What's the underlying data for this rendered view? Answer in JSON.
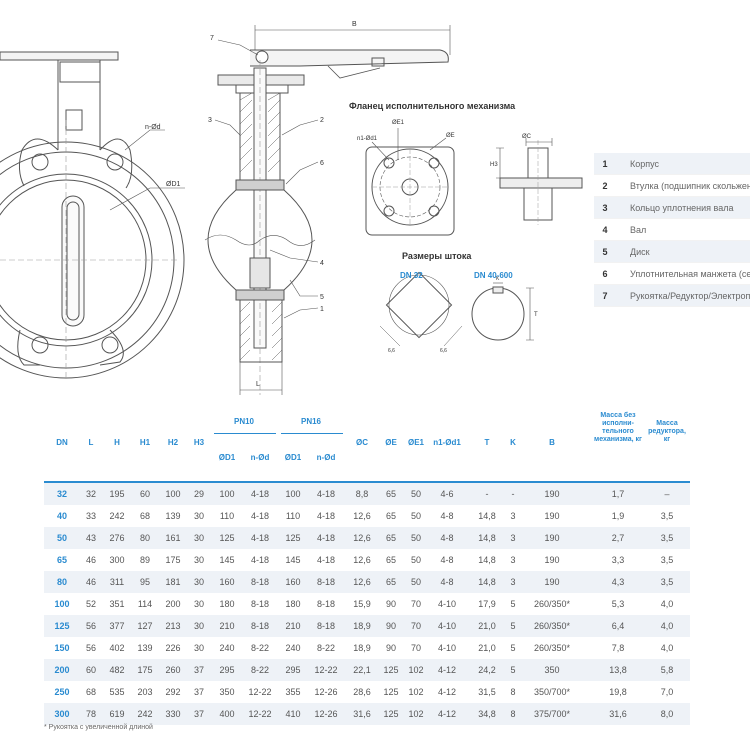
{
  "drawing": {
    "flange_title": "Фланец исполнительного механизма",
    "stem_title": "Размеры штока",
    "stem_dn32": "DN 32",
    "stem_dn40600": "DN 40-600",
    "dim_labels": {
      "nd": "n-Ød",
      "d1": "ØD1",
      "b": "B",
      "l": "L",
      "e1": "ØE1",
      "e": "ØE",
      "n1d1": "n1-Ød1",
      "c": "ØC",
      "h3": "H3",
      "k": "K",
      "t": "T",
      "s1": "6,6",
      "s2": "6,6"
    },
    "callouts": [
      "7",
      "3",
      "2",
      "6",
      "4",
      "5",
      "1"
    ]
  },
  "legend": [
    {
      "num": "1",
      "text": "Корпус"
    },
    {
      "num": "2",
      "text": "Втулка (подшипник скольжения)"
    },
    {
      "num": "3",
      "text": "Кольцо уплотнения вала"
    },
    {
      "num": "4",
      "text": "Вал"
    },
    {
      "num": "5",
      "text": "Диск"
    },
    {
      "num": "6",
      "text": "Уплотнительная манжета (седло)"
    },
    {
      "num": "7",
      "text": "Рукоятка/Редуктор/Электропривод"
    }
  ],
  "table": {
    "groups": [
      {
        "label": "PN10"
      },
      {
        "label": "PN16"
      }
    ],
    "headers": [
      "DN",
      "L",
      "H",
      "H1",
      "H2",
      "H3",
      "ØD1",
      "n-Ød",
      "ØD1",
      "n-Ød",
      "ØC",
      "ØE",
      "ØE1",
      "n1-Ød1",
      "T",
      "K",
      "B",
      "Масса без исполни-тельного механизма, кг",
      "Масса редуктора, кг"
    ],
    "rows": [
      [
        "32",
        "32",
        "195",
        "60",
        "100",
        "29",
        "100",
        "4-18",
        "100",
        "4-18",
        "8,8",
        "65",
        "50",
        "4-6",
        "-",
        "-",
        "190",
        "1,7",
        "–"
      ],
      [
        "40",
        "33",
        "242",
        "68",
        "139",
        "30",
        "110",
        "4-18",
        "110",
        "4-18",
        "12,6",
        "65",
        "50",
        "4-8",
        "14,8",
        "3",
        "190",
        "1,9",
        "3,5"
      ],
      [
        "50",
        "43",
        "276",
        "80",
        "161",
        "30",
        "125",
        "4-18",
        "125",
        "4-18",
        "12,6",
        "65",
        "50",
        "4-8",
        "14,8",
        "3",
        "190",
        "2,7",
        "3,5"
      ],
      [
        "65",
        "46",
        "300",
        "89",
        "175",
        "30",
        "145",
        "4-18",
        "145",
        "4-18",
        "12,6",
        "65",
        "50",
        "4-8",
        "14,8",
        "3",
        "190",
        "3,3",
        "3,5"
      ],
      [
        "80",
        "46",
        "311",
        "95",
        "181",
        "30",
        "160",
        "8-18",
        "160",
        "8-18",
        "12,6",
        "65",
        "50",
        "4-8",
        "14,8",
        "3",
        "190",
        "4,3",
        "3,5"
      ],
      [
        "100",
        "52",
        "351",
        "114",
        "200",
        "30",
        "180",
        "8-18",
        "180",
        "8-18",
        "15,9",
        "90",
        "70",
        "4-10",
        "17,9",
        "5",
        "260/350*",
        "5,3",
        "4,0"
      ],
      [
        "125",
        "56",
        "377",
        "127",
        "213",
        "30",
        "210",
        "8-18",
        "210",
        "8-18",
        "18,9",
        "90",
        "70",
        "4-10",
        "21,0",
        "5",
        "260/350*",
        "6,4",
        "4,0"
      ],
      [
        "150",
        "56",
        "402",
        "139",
        "226",
        "30",
        "240",
        "8-22",
        "240",
        "8-22",
        "18,9",
        "90",
        "70",
        "4-10",
        "21,0",
        "5",
        "260/350*",
        "7,8",
        "4,0"
      ],
      [
        "200",
        "60",
        "482",
        "175",
        "260",
        "37",
        "295",
        "8-22",
        "295",
        "12-22",
        "22,1",
        "125",
        "102",
        "4-12",
        "24,2",
        "5",
        "350",
        "13,8",
        "5,8"
      ],
      [
        "250",
        "68",
        "535",
        "203",
        "292",
        "37",
        "350",
        "12-22",
        "355",
        "12-26",
        "28,6",
        "125",
        "102",
        "4-12",
        "31,5",
        "8",
        "350/700*",
        "19,8",
        "7,0"
      ],
      [
        "300",
        "78",
        "619",
        "242",
        "330",
        "37",
        "400",
        "12-22",
        "410",
        "12-26",
        "31,6",
        "125",
        "102",
        "4-12",
        "34,8",
        "8",
        "375/700*",
        "31,6",
        "8,0"
      ]
    ]
  },
  "note": "* Рукоятка с увеличенной длиной",
  "colors": {
    "accent": "#2a8bd0",
    "stripe": "#eef2f7",
    "line": "#555555"
  }
}
